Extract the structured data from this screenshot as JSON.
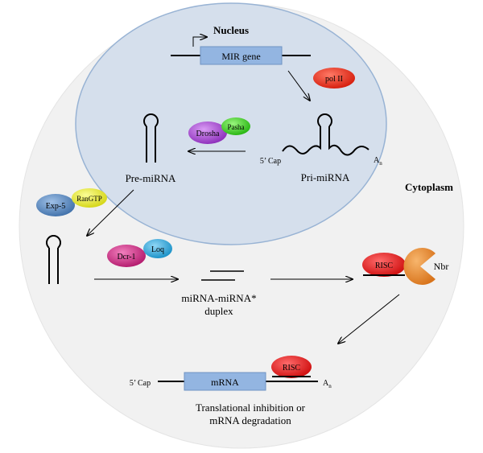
{
  "compartments": {
    "nucleus": "Nucleus",
    "cytoplasm": "Cytoplasm"
  },
  "genes": {
    "mir_gene": "MIR gene",
    "mrna": "mRNA"
  },
  "labels": {
    "pri_mirna": "Pri-miRNA",
    "pre_mirna": "Pre-miRNA",
    "duplex_line1": "miRNA-miRNA*",
    "duplex_line2": "duplex",
    "cap_pri": "5’ Cap",
    "cap_mrna": "5’ Cap",
    "polya": "A",
    "polya_sub": "n",
    "outcome_line1": "Translational inhibition or",
    "outcome_line2": "mRNA degradation"
  },
  "proteins": {
    "pol2": "pol II",
    "drosha": "Drosha",
    "pasha": "Pasha",
    "exp5": "Exp-5",
    "rangtp": "RanGTP",
    "dcr1": "Dcr-1",
    "loq": "Loq",
    "risc": "RISC",
    "nbr": "Nbr"
  },
  "colors": {
    "cytoplasm": "#f1f1f1",
    "nucleus": "#d5dfec",
    "gene_box": "#93b5e1",
    "pol2": "#e8200c",
    "drosha": "#a23bd0",
    "pasha": "#34d11a",
    "exp5": "#4f7fb8",
    "rangtp": "#e4e61c",
    "dcr1": "#c71f7c",
    "loq": "#2aa6dd",
    "risc": "#e31010",
    "nbr": "#e6862b"
  }
}
